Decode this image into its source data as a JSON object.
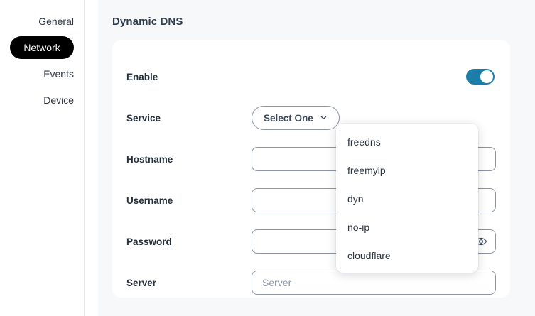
{
  "sidebar": {
    "items": [
      {
        "label": "General",
        "active": false
      },
      {
        "label": "Network",
        "active": true
      },
      {
        "label": "Events",
        "active": false
      },
      {
        "label": "Device",
        "active": false
      }
    ]
  },
  "panel": {
    "title": "Dynamic DNS"
  },
  "form": {
    "enable": {
      "label": "Enable",
      "state": "on"
    },
    "service": {
      "label": "Service",
      "button_text": "Select One",
      "chevron_icon": "chevron-down-icon"
    },
    "hostname": {
      "label": "Hostname",
      "value": "",
      "placeholder": ""
    },
    "username": {
      "label": "Username",
      "value": "",
      "placeholder": ""
    },
    "password": {
      "label": "Password",
      "value": "",
      "placeholder": "",
      "reveal_icon": "eye-icon"
    },
    "server": {
      "label": "Server",
      "value": "",
      "placeholder": "Server"
    }
  },
  "dropdown": {
    "open": true,
    "options": [
      {
        "label": "freedns"
      },
      {
        "label": "freemyip"
      },
      {
        "label": "dyn"
      },
      {
        "label": "no-ip"
      },
      {
        "label": "cloudflare"
      }
    ]
  },
  "colors": {
    "toggle_on": "#1b7da8",
    "active_nav_bg": "#000000",
    "panel_bg": "#f7f8fa",
    "heading": "#2e3d4e",
    "border": "#8d96a5"
  }
}
